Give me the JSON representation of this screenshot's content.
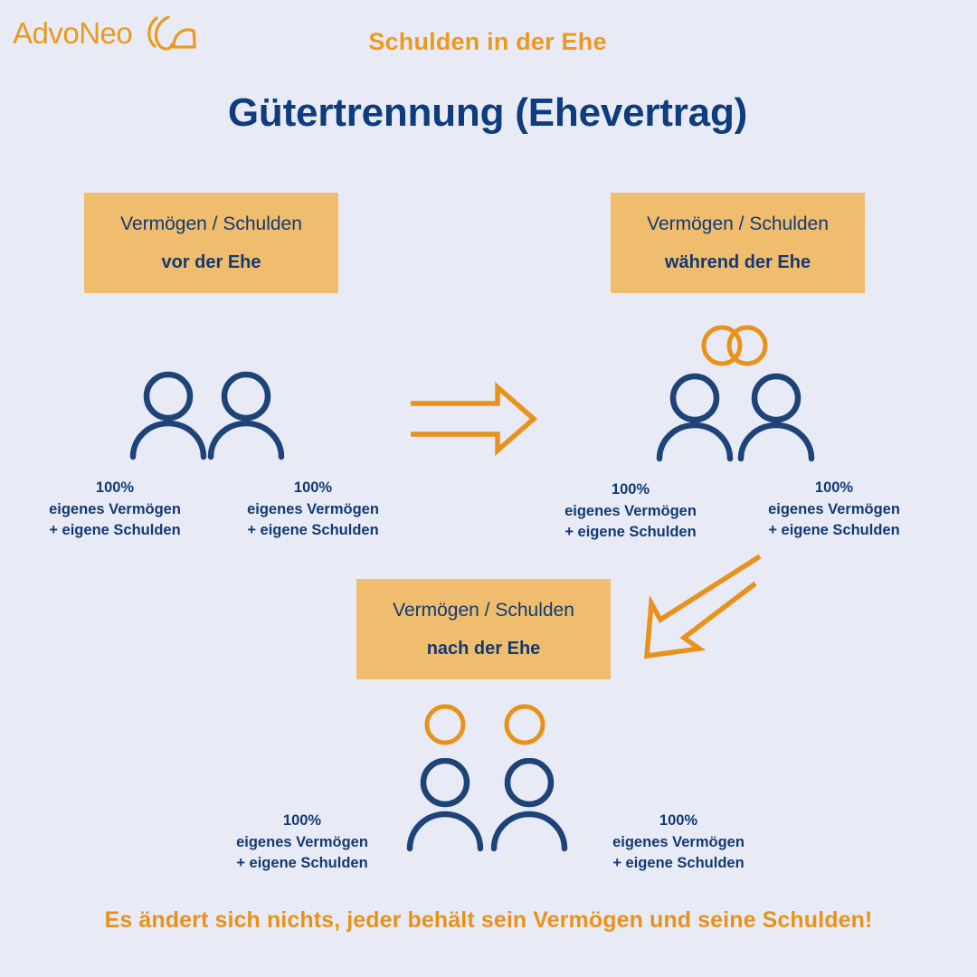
{
  "brand": {
    "name": "AdvoNeo",
    "logo_icon": "leaf-swoosh-icon",
    "accent_orange": "#ec9a1e",
    "accent_navy": "#0e3c7e",
    "box_orange": "#f0bc6e",
    "background": "#e8ebf5"
  },
  "header": {
    "kicker": "Schulden in der Ehe",
    "title": "Gütertrennung (Ehevertrag)"
  },
  "boxes": {
    "before": {
      "line1": "Vermögen / Schulden",
      "line2": "vor der Ehe"
    },
    "during": {
      "line1": "Vermögen / Schulden",
      "line2": "während der Ehe"
    },
    "after": {
      "line1": "Vermögen / Schulden",
      "line2": "nach der Ehe"
    }
  },
  "captions": {
    "pct": "100%",
    "line2": "eigenes Vermögen",
    "line3": "+ eigene Schulden"
  },
  "groups": {
    "before": {
      "ring_state": "none",
      "people": [
        {
          "pct": "100%",
          "line2": "eigenes Vermögen",
          "line3": "+ eigene Schulden"
        },
        {
          "pct": "100%",
          "line2": "eigenes Vermögen",
          "line3": "+ eigene Schulden"
        }
      ]
    },
    "during": {
      "ring_state": "interlocked",
      "people": [
        {
          "pct": "100%",
          "line2": "eigenes Vermögen",
          "line3": "+ eigene Schulden"
        },
        {
          "pct": "100%",
          "line2": "eigenes Vermögen",
          "line3": "+ eigene Schulden"
        }
      ]
    },
    "after": {
      "ring_state": "separated",
      "people": [
        {
          "pct": "100%",
          "line2": "eigenes Vermögen",
          "line3": "+ eigene Schulden"
        },
        {
          "pct": "100%",
          "line2": "eigenes Vermögen",
          "line3": "+ eigene Schulden"
        }
      ]
    }
  },
  "arrows": {
    "horizontal": "arrow-right-icon",
    "diagonal": "arrow-down-left-icon"
  },
  "footer": {
    "text": "Es ändert sich nichts, jeder behält sein Vermögen und seine Schulden!"
  }
}
